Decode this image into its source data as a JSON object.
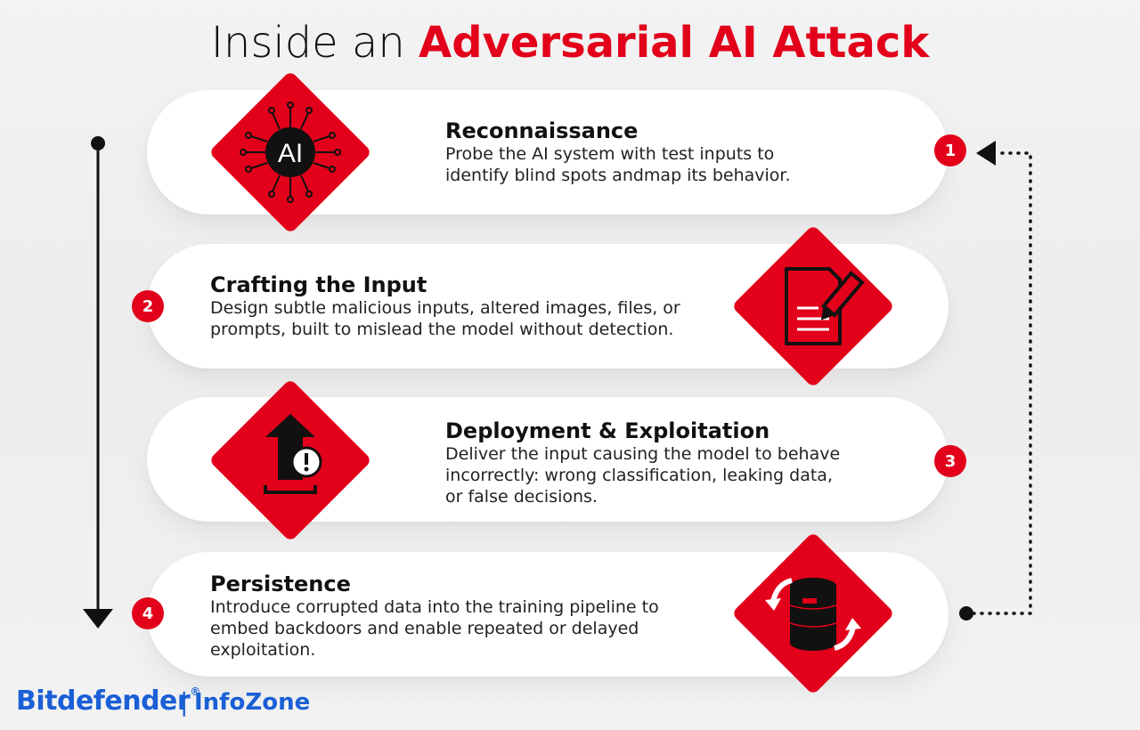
{
  "header": {
    "title_prefix": "Inside an",
    "title_accent": "Adversarial AI Attack"
  },
  "steps": [
    {
      "number": "1",
      "title": "Reconnaissance",
      "description": "Probe the AI system with test inputs to identify blind spots andmap its behavior.",
      "icon_label": "AI"
    },
    {
      "number": "2",
      "title": "Crafting the Input",
      "description": "Design subtle malicious inputs, altered images, files, or prompts, built to mislead the model without detection."
    },
    {
      "number": "3",
      "title": "Deployment & Exploitation",
      "description": "Deliver the input causing the model to behave incorrectly: wrong classification, leaking data, or false decisions."
    },
    {
      "number": "4",
      "title": "Persistence",
      "description": "Introduce corrupted data into the training pipeline to embed backdoors and enable repeated or delayed exploitation."
    }
  ],
  "icons": [
    "ai-chip-icon",
    "document-edit-icon",
    "upload-warning-icon",
    "database-sync-icon"
  ],
  "colors": {
    "accent": "#e2001a",
    "brand": "#1a5fd6"
  },
  "footer": {
    "brand": "Bitdefender",
    "registered": "®",
    "separator": "|",
    "sub": "InfoZone"
  }
}
